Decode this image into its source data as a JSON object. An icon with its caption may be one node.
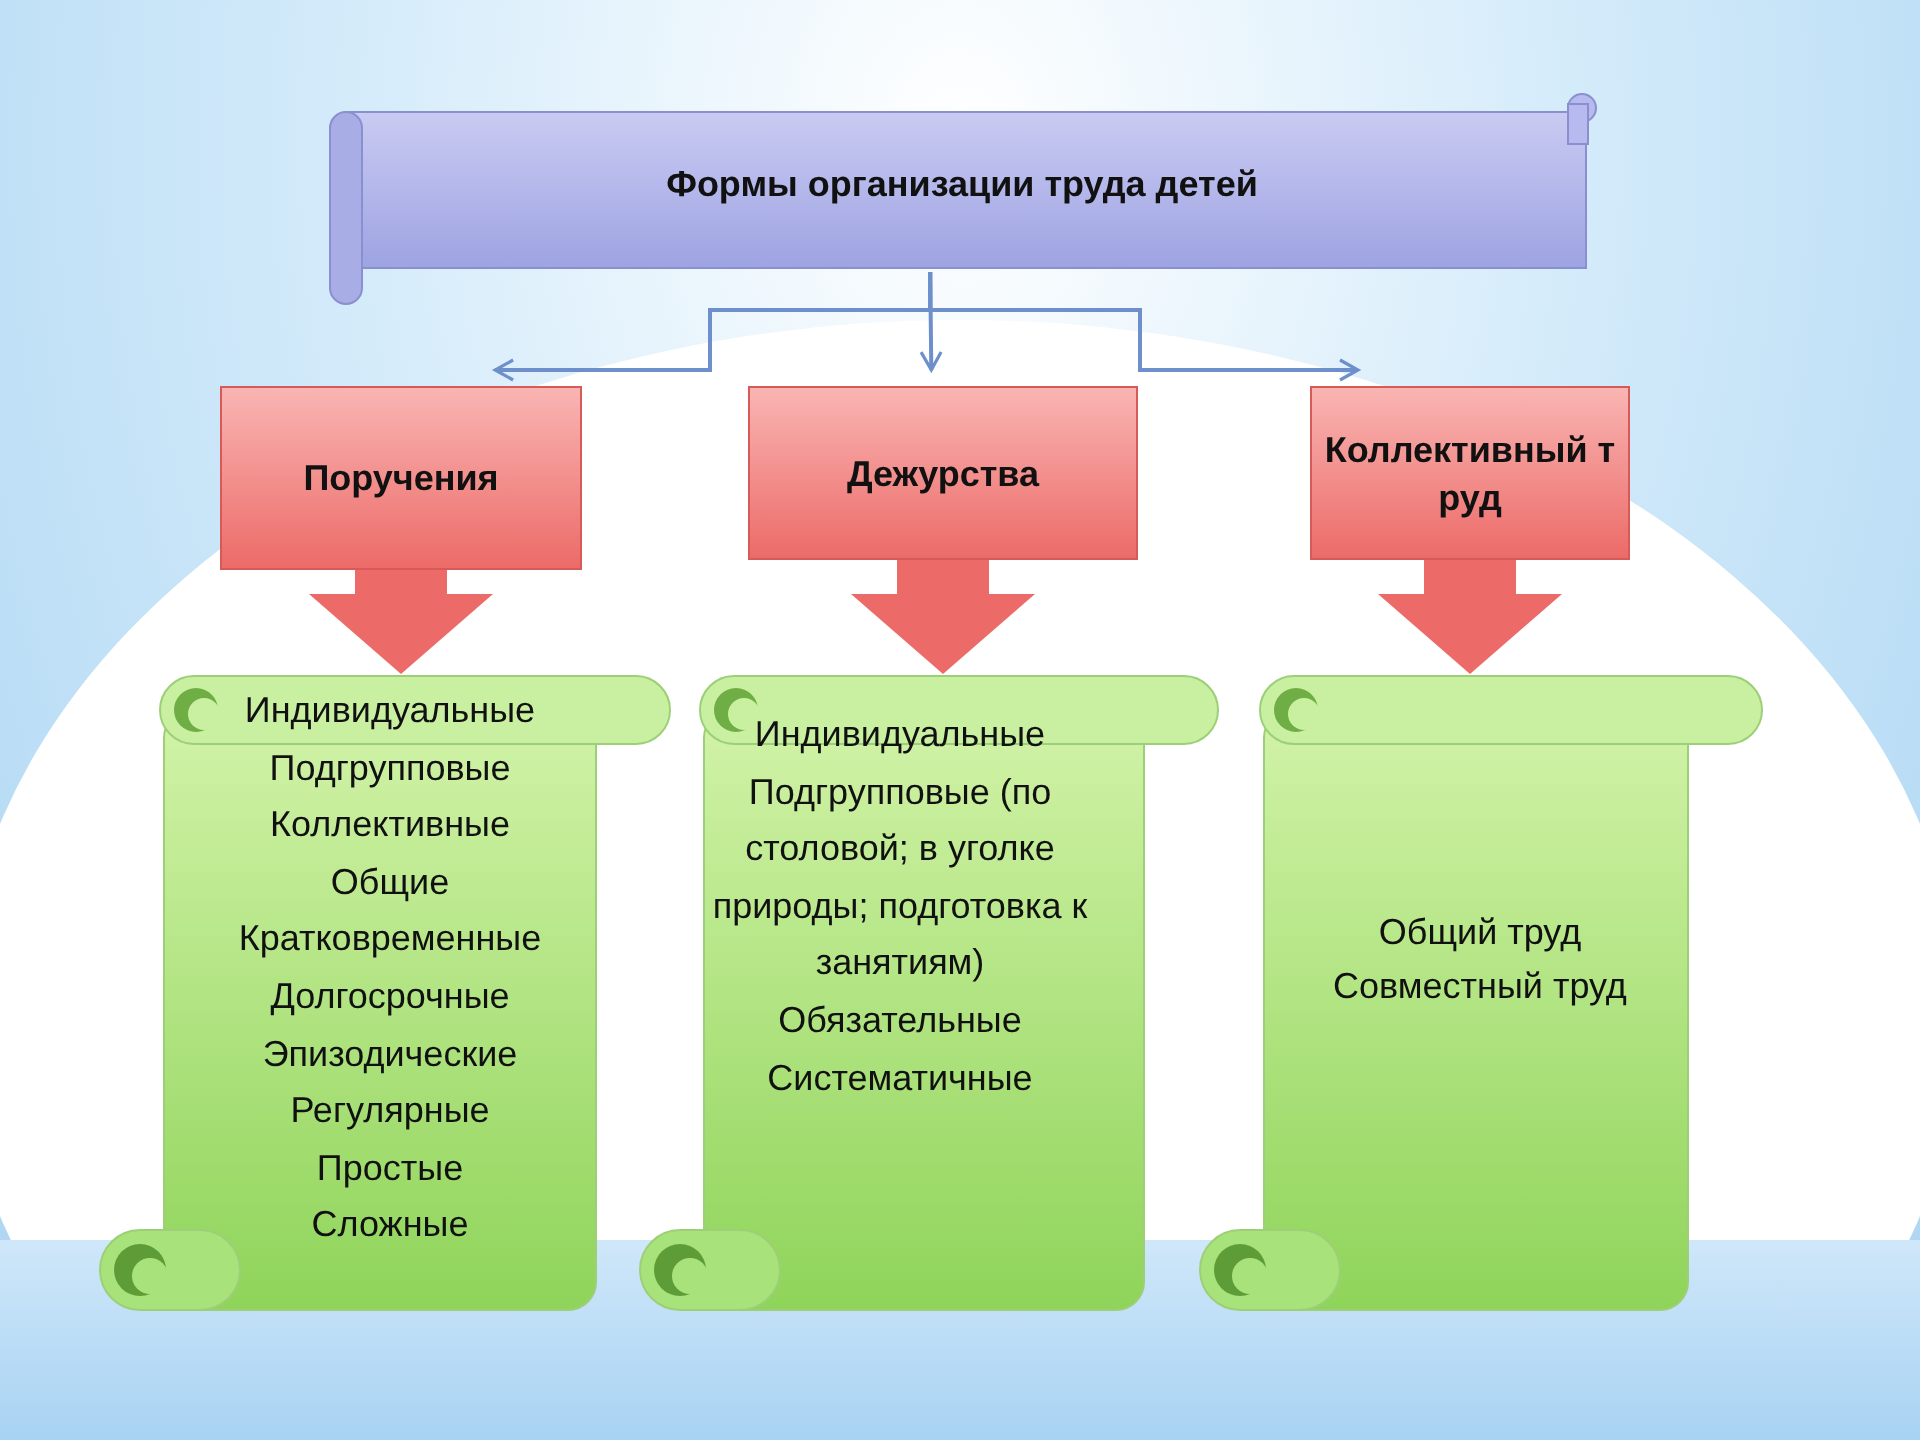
{
  "diagram": {
    "nodes": [
      {
        "text": [
          "Формы организации труда детей"
        ]
      },
      {
        "text": [
          "Поручения"
        ]
      },
      {
        "text": [
          "Дежурства"
        ]
      },
      {
        "text": [
          "Коллективный труд"
        ]
      },
      {
        "text": [
          "Индивидуальные",
          "Подгрупповые",
          "Коллективные",
          "Общие",
          "Кратковременные",
          "Долгосрочные",
          "Эпизодические",
          "Регулярные",
          "Простые",
          "Сложные"
        ]
      },
      {
        "text": [
          "Индивидуальные",
          "Подгрупповые (по столовой; в уголке природы; подготовка к занятиям)",
          "Обязательные",
          "Систематичные"
        ]
      },
      {
        "text": [
          "Общий труд",
          "Совместный труд"
        ]
      }
    ],
    "edges": [
      {
        "from": 0,
        "to": 1,
        "arrow": "to"
      },
      {
        "from": 0,
        "to": 2,
        "arrow": "to"
      },
      {
        "from": 0,
        "to": 3,
        "arrow": "to"
      },
      {
        "from": 1,
        "to": 4,
        "arrow": "to",
        "style": "thick",
        "color": "#ec6b68"
      },
      {
        "from": 2,
        "to": 5,
        "arrow": "to",
        "style": "thick",
        "color": "#ec6b68"
      },
      {
        "from": 3,
        "to": 6,
        "arrow": "to",
        "style": "thick",
        "color": "#ec6b68"
      }
    ]
  }
}
